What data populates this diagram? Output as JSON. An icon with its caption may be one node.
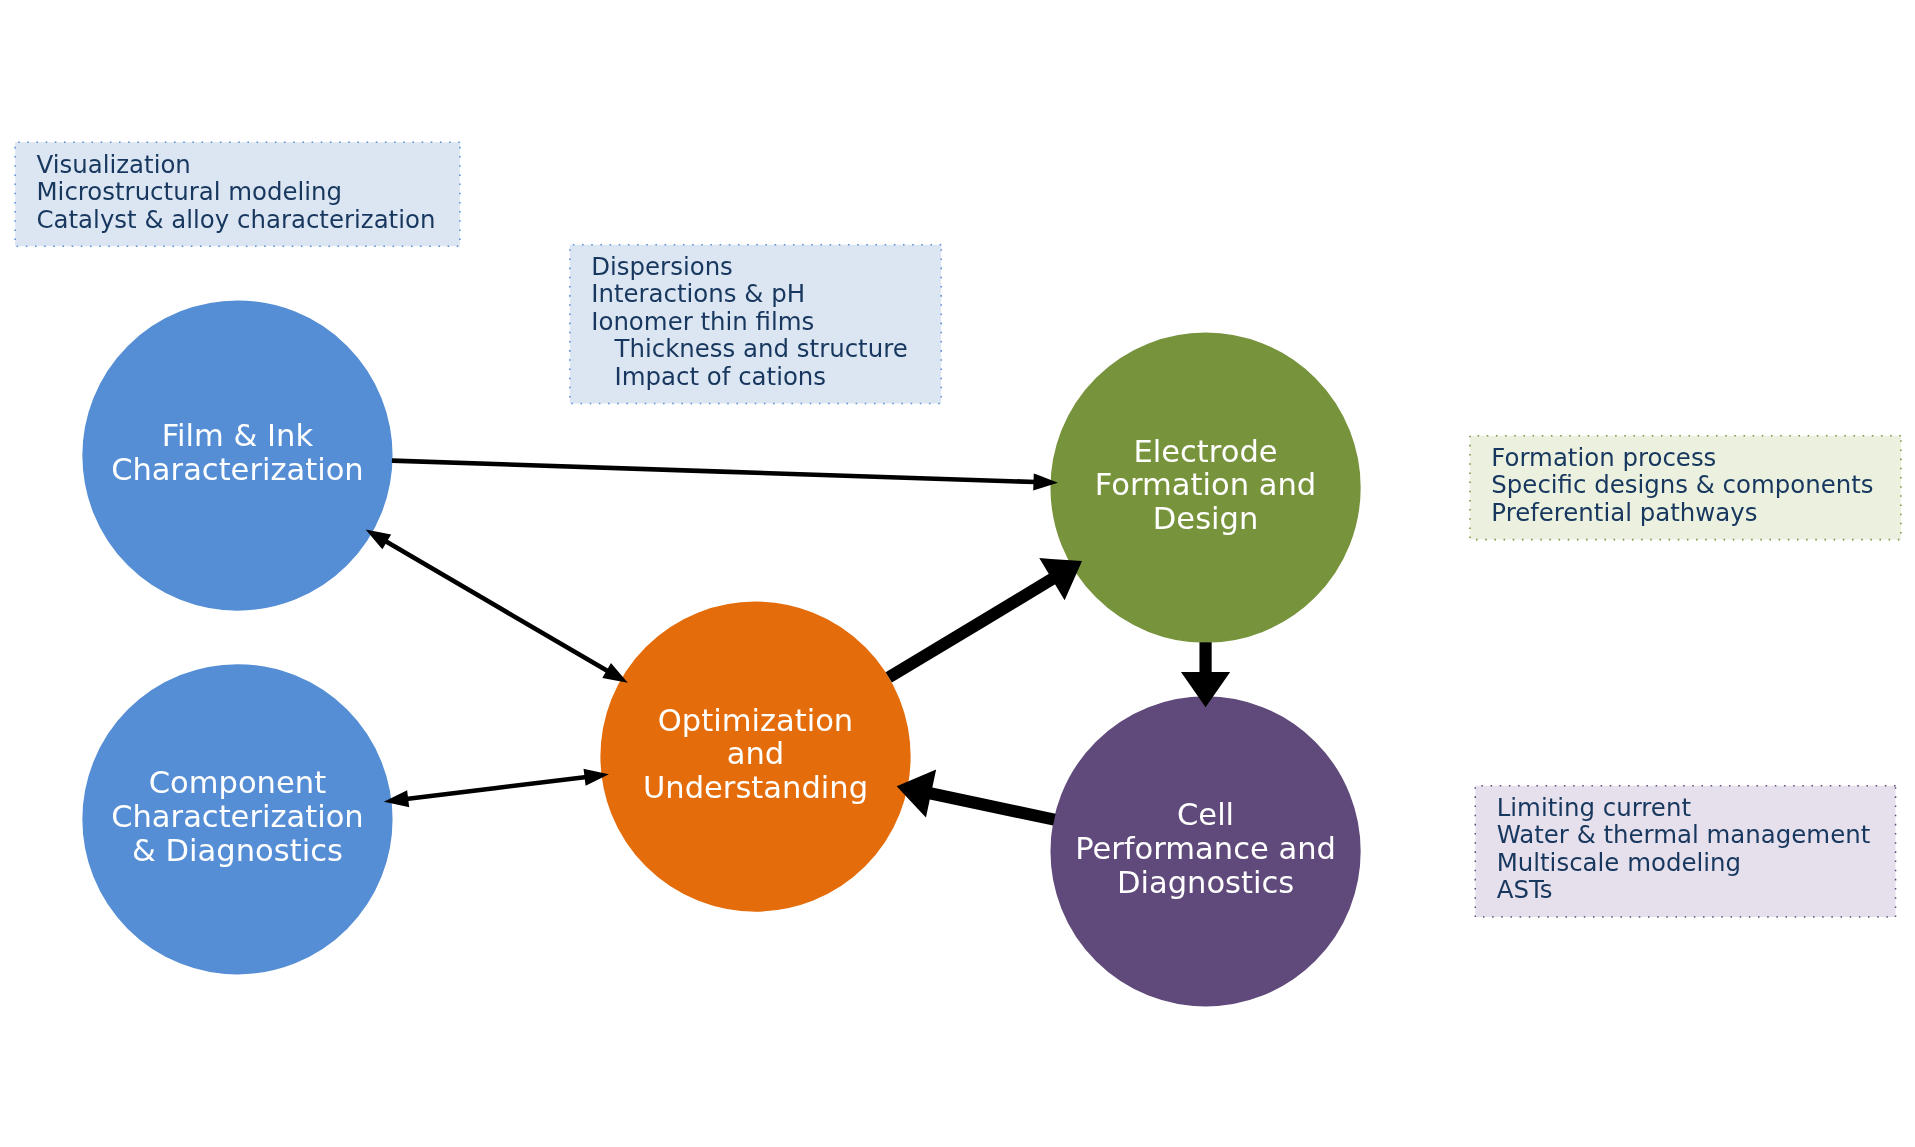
{
  "diagram": {
    "nodes": [
      {
        "text": [
          "Film & Ink Characterization"
        ]
      },
      {
        "text": [
          "Dispersions",
          "Interactions & pH",
          "Ionomer thin films",
          "Thickness and structure",
          "Impact of cations"
        ]
      },
      {
        "text": [
          "Electrode Formation and Design"
        ]
      },
      {
        "text": [
          "Formation process",
          "Specific designs & components",
          "Preferential pathways"
        ]
      },
      {
        "text": [
          "Component Characterization & Diagnostics"
        ]
      },
      {
        "text": [
          "Limiting current",
          "Water & thermal management",
          "Multiscale modeling",
          "ASTs"
        ]
      },
      {
        "text": [
          "Optimization and Understanding"
        ]
      },
      {
        "text": [
          "Cell Performance and Diagnostics"
        ]
      },
      {
        "text": [
          "Visualization",
          "Microstructural modeling",
          "Catalyst & alloy characterization"
        ]
      }
    ],
    "edges": [
      {
        "from": 0,
        "to": 2,
        "arrow": "to"
      },
      {
        "from": 0,
        "to": 6,
        "arrow": "both"
      },
      {
        "from": 4,
        "to": 6,
        "arrow": "both"
      },
      {
        "from": 6,
        "to": 2,
        "arrow": "to",
        "style": "thick"
      },
      {
        "from": 2,
        "to": 7,
        "arrow": "to",
        "style": "thick"
      },
      {
        "from": 7,
        "to": 6,
        "arrow": "to",
        "style": "thick"
      }
    ]
  }
}
